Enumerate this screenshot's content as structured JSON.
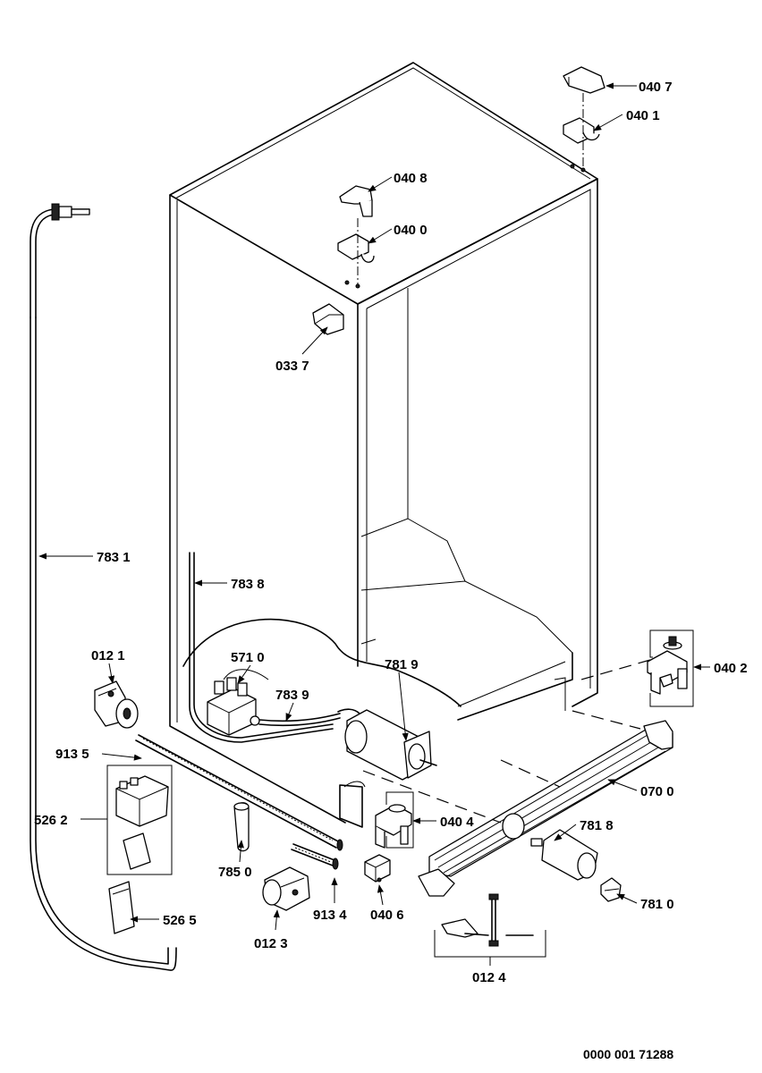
{
  "labels": {
    "p0407": "040 7",
    "p0401": "040 1",
    "p0408": "040 8",
    "p0400": "040 0",
    "p0337": "033 7",
    "p7831": "783 1",
    "p7838": "783 8",
    "p0121": "012 1",
    "p5710": "571 0",
    "p7839": "783 9",
    "p7819": "781 9",
    "p0402": "040 2",
    "p9135": "913 5",
    "p5262": "526 2",
    "p0404": "040 4",
    "p0700": "070 0",
    "p7818": "781 8",
    "p7850": "785 0",
    "p9134": "913 4",
    "p0406": "040 6",
    "p0123": "012 3",
    "p7810": "781 0",
    "p5265": "526 5",
    "p0124": "012 4"
  },
  "document_number": "0000 001 71288"
}
